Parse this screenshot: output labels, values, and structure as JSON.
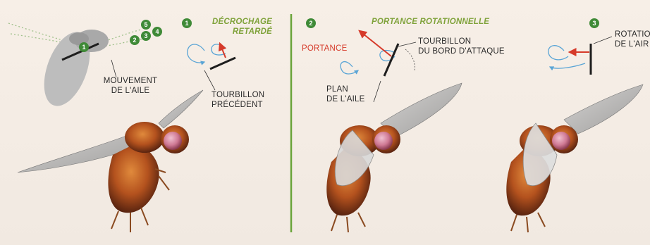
{
  "panel1": {
    "step": "1",
    "title_line1": "DÉCROCHAGE",
    "title_line2": "RETARDÉ",
    "wing_motion_line1": "MOUVEMENT",
    "wing_motion_line2": "DE L'AILE",
    "vortex_line1": "TOURBILLON",
    "vortex_line2": "PRÉCÉDENT",
    "sequence": [
      "1",
      "2",
      "3",
      "4",
      "5"
    ]
  },
  "panel2": {
    "step": "2",
    "title": "PORTANCE ROTATIONNELLE",
    "lift": "PORTANCE",
    "vortex_line1": "TOURBILLON",
    "vortex_line2": "DU BORD D'ATTAQUE",
    "plane_line1": "PLAN",
    "plane_line2": "DE L'AILE"
  },
  "panel3": {
    "step": "3",
    "label_line1": "ROTATIO",
    "label_line2": "DE L'AIR"
  },
  "colors": {
    "accent_green": "#7fa23a",
    "badge_green": "#3f8a37",
    "lift_red": "#d63a2a",
    "vortex_blue": "#5aa5d6",
    "divider": "#6aa43a"
  }
}
